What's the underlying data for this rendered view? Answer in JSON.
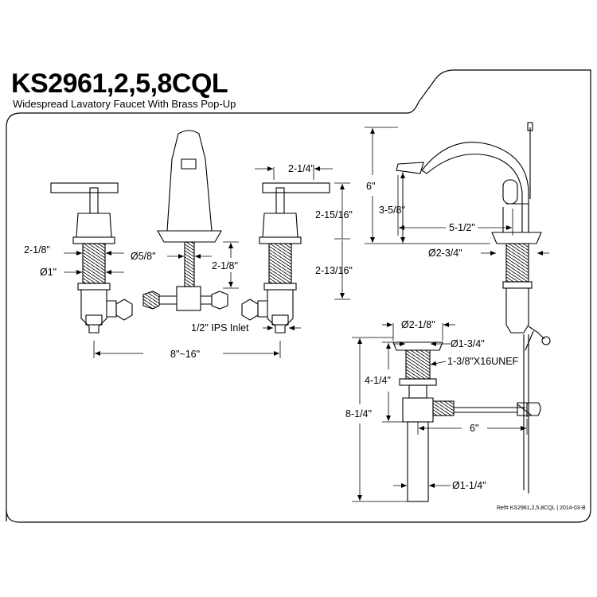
{
  "header": {
    "model": "KS2961,2,5,8CQL",
    "description": "Widespread Lavatory Faucet With Brass Pop-Up"
  },
  "dimensions": {
    "spout_width": "2-1/4\"",
    "handle_height": "2-15/16\"",
    "shank_length": "2-13/16\"",
    "escutcheon": "2-1/8\"",
    "shank_dia": "Ø1\"",
    "spout_shank_dia": "Ø5/8\"",
    "spout_shank_len": "2-1/8\"",
    "inlet": "1/2\" IPS Inlet",
    "spread": "8\"~16\"",
    "overall_height": "6\"",
    "spout_height": "3-5/8\"",
    "reach": "5-1/2\"",
    "base_dia": "Ø2-3/4\"",
    "drain_flange_dia": "Ø2-1/8\"",
    "drain_body_dia": "Ø1-3/4\"",
    "thread": "1-3/8\"X16UNEF",
    "drain_upper": "4-1/4\"",
    "drain_total": "8-1/4\"",
    "lift_rod": "6\"",
    "tailpiece_dia": "Ø1-1/4\""
  },
  "footer": {
    "reference": "Ref# KS2961,2,5,8CQL | 2014-03-B"
  },
  "colors": {
    "line": "#000000",
    "background": "#ffffff"
  }
}
